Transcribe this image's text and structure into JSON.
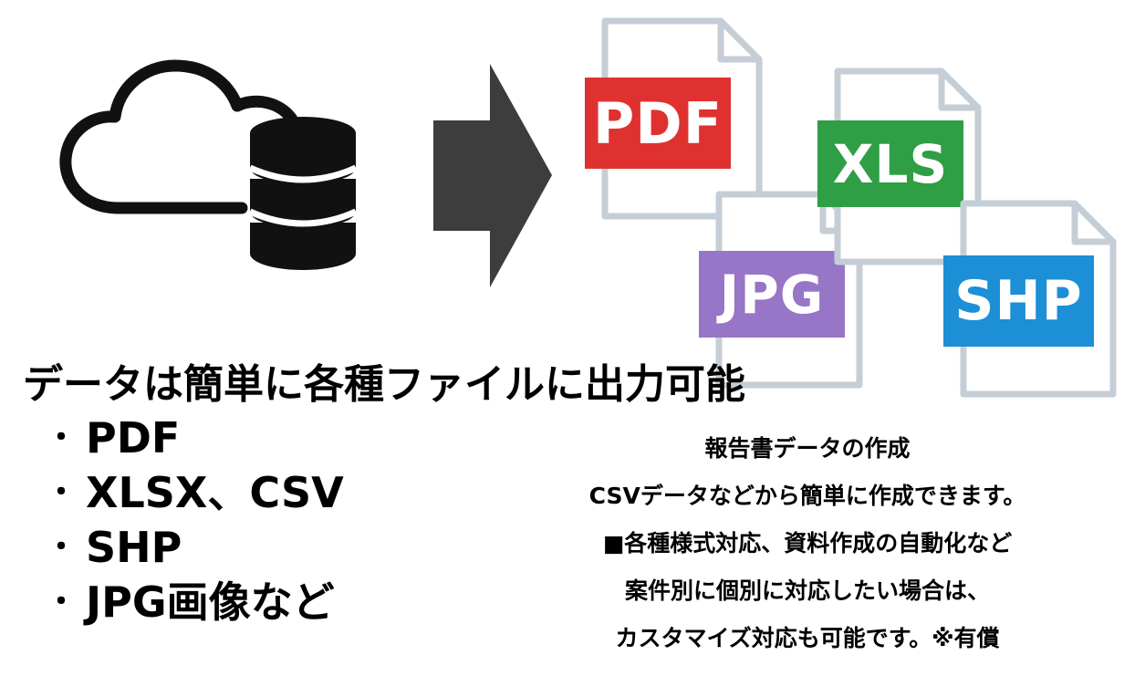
{
  "files": {
    "pdf": {
      "label": "PDF",
      "color": "#e03131"
    },
    "jpg": {
      "label": "JPG",
      "color": "#9775c7"
    },
    "xls": {
      "label": "XLS",
      "color": "#2f9e44"
    },
    "shp": {
      "label": "SHP",
      "color": "#1c8fd6"
    }
  },
  "headline": "データは簡単に各種ファイルに出力可能",
  "formats": [
    {
      "bullet": "・",
      "text": "PDF"
    },
    {
      "bullet": "・",
      "text": "XLSX、CSV"
    },
    {
      "bullet": "・",
      "text": "SHP"
    },
    {
      "bullet": "・",
      "text": "JPG画像など"
    }
  ],
  "description": {
    "lines": [
      "報告書データの作成",
      "CSVデータなどから簡単に作成できます。",
      "■各種様式対応、資料作成の自動化など",
      "案件別に個別に対応したい場合は、",
      "カスタマイズ対応も可能です。※有償"
    ]
  },
  "colors": {
    "icon": "#111111",
    "arrow": "#3d3d3d",
    "doc_border": "#c5ced6"
  }
}
